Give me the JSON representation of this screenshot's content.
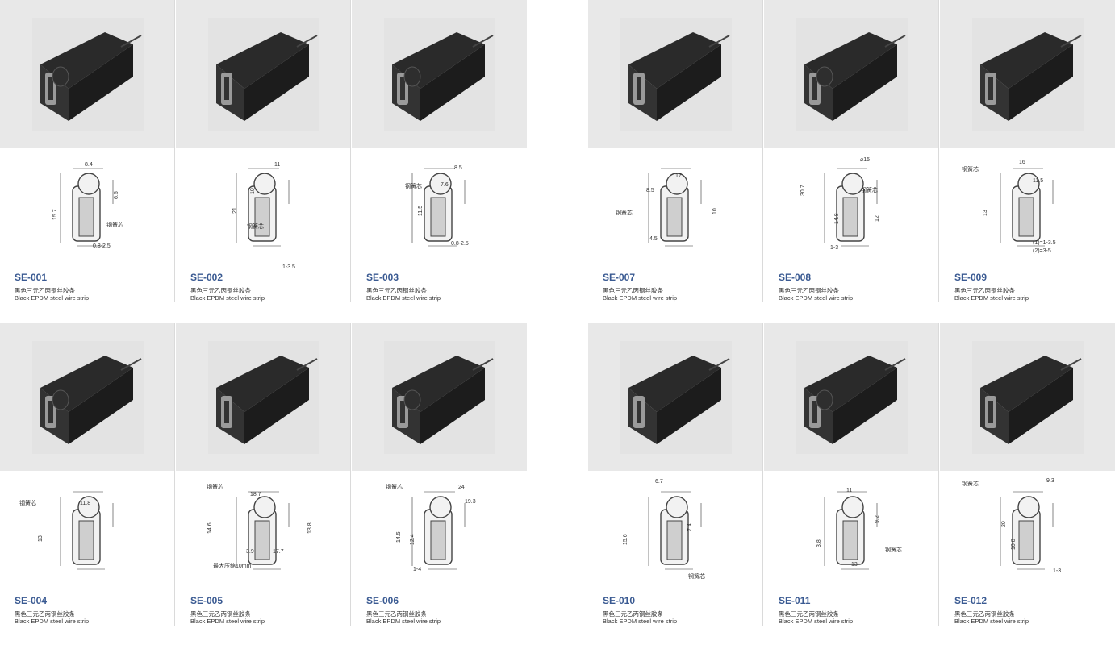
{
  "products": [
    {
      "code": "SE-001",
      "cn": "黑色三元乙丙钢丝胶条",
      "en": "Black EPDM steel wire strip",
      "dims": [
        "8.4",
        "15.7",
        "6.5",
        "钢簧芯",
        "0.8-2.5"
      ]
    },
    {
      "code": "SE-002",
      "cn": "黑色三元乙丙钢丝胶条",
      "en": "Black EPDM steel wire strip",
      "dims": [
        "11",
        "21",
        "10",
        "钢簧芯",
        "1-3.5"
      ]
    },
    {
      "code": "SE-003",
      "cn": "黑色三元乙丙钢丝胶条",
      "en": "Black EPDM steel wire strip",
      "dims": [
        "8.5",
        "钢簧芯",
        "7.6",
        "11.5",
        "0.8-2.5"
      ]
    },
    {
      "code": "SE-007",
      "cn": "黑色三元乙丙钢丝胶条",
      "en": "Black EPDM steel wire strip",
      "dims": [
        "17",
        "8.5",
        "10",
        "钢簧芯",
        "4.5"
      ]
    },
    {
      "code": "SE-008",
      "cn": "黑色三元乙丙钢丝胶条",
      "en": "Black EPDM steel wire strip",
      "dims": [
        "⌀15",
        "30.7",
        "钢簧芯",
        "14.8",
        "12",
        "1-3"
      ]
    },
    {
      "code": "SE-009",
      "cn": "黑色三元乙丙钢丝胶条",
      "en": "Black EPDM steel wire strip",
      "dims": [
        "16",
        "钢簧芯",
        "11.5",
        "13",
        "(1)=1-3.5",
        "(2)=3-5"
      ]
    },
    {
      "code": "SE-004",
      "cn": "黑色三元乙丙钢丝胶条",
      "en": "Black EPDM steel wire strip",
      "dims": [
        "钢簧芯",
        "11.8",
        "13"
      ]
    },
    {
      "code": "SE-005",
      "cn": "黑色三元乙丙钢丝胶条",
      "en": "Black EPDM steel wire strip",
      "dims": [
        "钢簧芯",
        "18.7",
        "14.6",
        "13.8",
        "3.9",
        "17.7",
        "最大压缩10mm"
      ]
    },
    {
      "code": "SE-006",
      "cn": "黑色三元乙丙钢丝胶条",
      "en": "Black EPDM steel wire strip",
      "dims": [
        "钢簧芯",
        "24",
        "19.3",
        "14.5",
        "12.4",
        "1-4"
      ]
    },
    {
      "code": "SE-010",
      "cn": "黑色三元乙丙钢丝胶条",
      "en": "Black EPDM steel wire strip",
      "dims": [
        "6.7",
        "15.6",
        "7.4",
        "钢簧芯"
      ]
    },
    {
      "code": "SE-011",
      "cn": "黑色三元乙丙钢丝胶条",
      "en": "Black EPDM steel wire strip",
      "dims": [
        "11",
        "9.2",
        "3.8",
        "钢簧芯",
        "13"
      ]
    },
    {
      "code": "SE-012",
      "cn": "黑色三元乙丙钢丝胶条",
      "en": "Black EPDM steel wire strip",
      "dims": [
        "钢簧芯",
        "9.3",
        "20",
        "10.8",
        "1-3"
      ]
    }
  ]
}
